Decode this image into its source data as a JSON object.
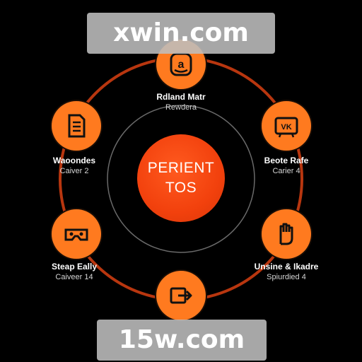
{
  "watermark_top": "xwin.com",
  "watermark_bottom": "15w.com",
  "center": {
    "line1": "PERIENT",
    "line2": "TOS"
  },
  "nodes": [
    {
      "title": "Rdland Matr",
      "subtitle": "Rewdera",
      "icon": "amazon-logo-icon"
    },
    {
      "title": "Waoondes",
      "subtitle": "Caiver 2",
      "icon": "document-icon"
    },
    {
      "title": "Beote Rafe",
      "subtitle": "Carier 4",
      "icon": "vk-tv-icon"
    },
    {
      "title": "Steap Eally",
      "subtitle": "Caiveer 14",
      "icon": "vr-headset-icon"
    },
    {
      "title": "Unsine & Ikadre",
      "subtitle": "Spiurdied 4",
      "icon": "hand-icon"
    },
    {
      "title": "",
      "subtitle": "",
      "icon": "share-arrow-icon"
    }
  ],
  "colors": {
    "accent": "#ff7a1f",
    "center_fill": "#f2410d",
    "outer_ring": "#b8360f",
    "inner_ring": "#6a6a6a",
    "background": "#000000"
  }
}
